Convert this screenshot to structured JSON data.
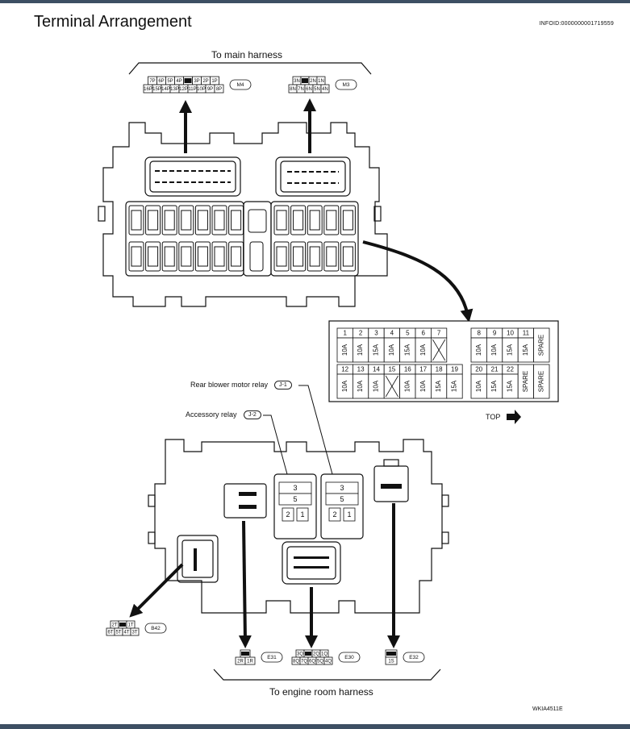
{
  "header": {
    "title": "Terminal Arrangement",
    "info_id": "INFOID:0000000001719559"
  },
  "labels": {
    "to_main_harness": "To main harness",
    "to_engine_room_harness": "To engine room harness",
    "rear_blower_relay": "Rear blower motor relay",
    "accessory_relay": "Accessory relay",
    "top": "TOP",
    "figure_id": "WKIA4511E"
  },
  "connectors": {
    "M4": {
      "id": "M4",
      "row1": [
        "7P",
        "6P",
        "5P",
        "4P",
        "",
        "3P",
        "2P",
        "1P"
      ],
      "row2": [
        "16P",
        "15P",
        "14P",
        "13P",
        "12P",
        "11P",
        "10P",
        "9P",
        "8P"
      ]
    },
    "M3": {
      "id": "M3",
      "row1": [
        "3N",
        "",
        "2N",
        "1N"
      ],
      "row2": [
        "8N",
        "7N",
        "6N",
        "5N",
        "4N"
      ]
    },
    "J1": "J-1",
    "J2": "J-2",
    "B42": {
      "id": "B42",
      "row1": [
        "2T",
        "",
        "1T"
      ],
      "row2": [
        "6T",
        "5T",
        "4T",
        "3T"
      ]
    },
    "E31": {
      "id": "E31",
      "row1": [
        ""
      ],
      "row2": [
        "2R",
        "1R"
      ]
    },
    "E30": {
      "id": "E30",
      "row1": [
        "3Q",
        "",
        "2Q",
        "1Q"
      ],
      "row2": [
        "8Q",
        "7Q",
        "6Q",
        "5Q",
        "4Q"
      ]
    },
    "E32": {
      "id": "E32",
      "row1": [
        ""
      ],
      "row2": [
        "1S"
      ]
    }
  },
  "relay_pins": [
    "3",
    "5",
    "2",
    "1"
  ],
  "fuse_table": {
    "top_left": [
      {
        "num": "1",
        "rating": "10A"
      },
      {
        "num": "2",
        "rating": "10A"
      },
      {
        "num": "3",
        "rating": "15A"
      },
      {
        "num": "4",
        "rating": "10A"
      },
      {
        "num": "5",
        "rating": "15A"
      },
      {
        "num": "6",
        "rating": "10A"
      },
      {
        "num": "7",
        "rating": ""
      }
    ],
    "top_right": [
      {
        "num": "8",
        "rating": "10A"
      },
      {
        "num": "9",
        "rating": "10A"
      },
      {
        "num": "10",
        "rating": "15A"
      },
      {
        "num": "11",
        "rating": "15A"
      },
      {
        "num": "",
        "rating": "SPARE"
      }
    ],
    "bottom_left": [
      {
        "num": "12",
        "rating": "10A"
      },
      {
        "num": "13",
        "rating": "10A"
      },
      {
        "num": "14",
        "rating": "10A"
      },
      {
        "num": "15",
        "rating": ""
      },
      {
        "num": "16",
        "rating": "10A"
      },
      {
        "num": "17",
        "rating": "10A"
      },
      {
        "num": "18",
        "rating": "15A"
      },
      {
        "num": "19",
        "rating": "15A"
      }
    ],
    "bottom_right": [
      {
        "num": "20",
        "rating": "10A"
      },
      {
        "num": "21",
        "rating": "15A"
      },
      {
        "num": "22",
        "rating": "15A"
      },
      {
        "num": "",
        "rating": "SPARE"
      },
      {
        "num": "",
        "rating": "SPARE"
      }
    ]
  }
}
